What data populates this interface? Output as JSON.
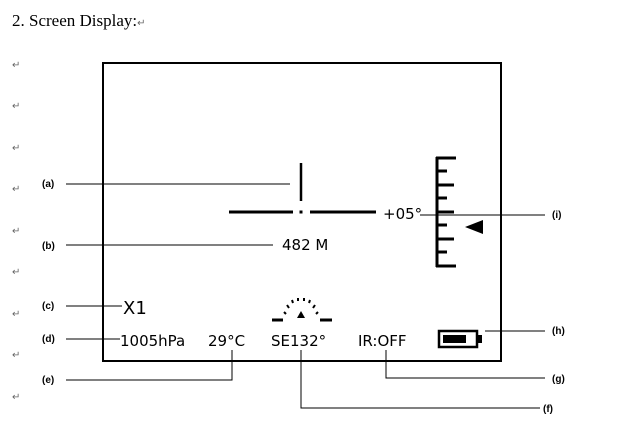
{
  "heading": "2. Screen Display:",
  "para_mark": "↵",
  "display": {
    "tilt": "+05°",
    "distance": "482 M",
    "zoom": "X1",
    "pressure": "1005hPa",
    "temperature": "29°C",
    "heading": "SE132°",
    "ir": "IR:OFF"
  },
  "labels": {
    "a": "(a)",
    "b": "(b)",
    "c": "(c)",
    "d": "(d)",
    "e": "(e)",
    "f": "(f)",
    "g": "(g)",
    "h": "(h)",
    "i": "(i)"
  }
}
